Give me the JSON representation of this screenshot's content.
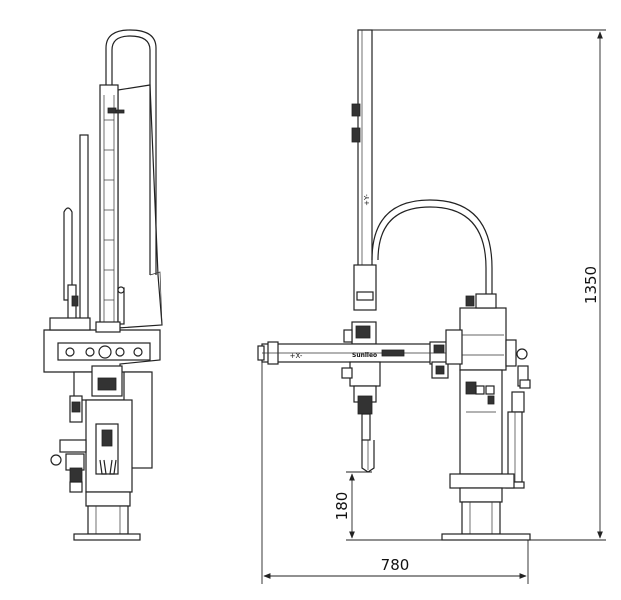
{
  "dimensions": {
    "total_height": "1350",
    "base_width": "780",
    "gripper_height": "180"
  },
  "axis_labels": {
    "x_axis": "+X-",
    "y_axis": "+Y-"
  },
  "brand_text": "Sunlleo"
}
